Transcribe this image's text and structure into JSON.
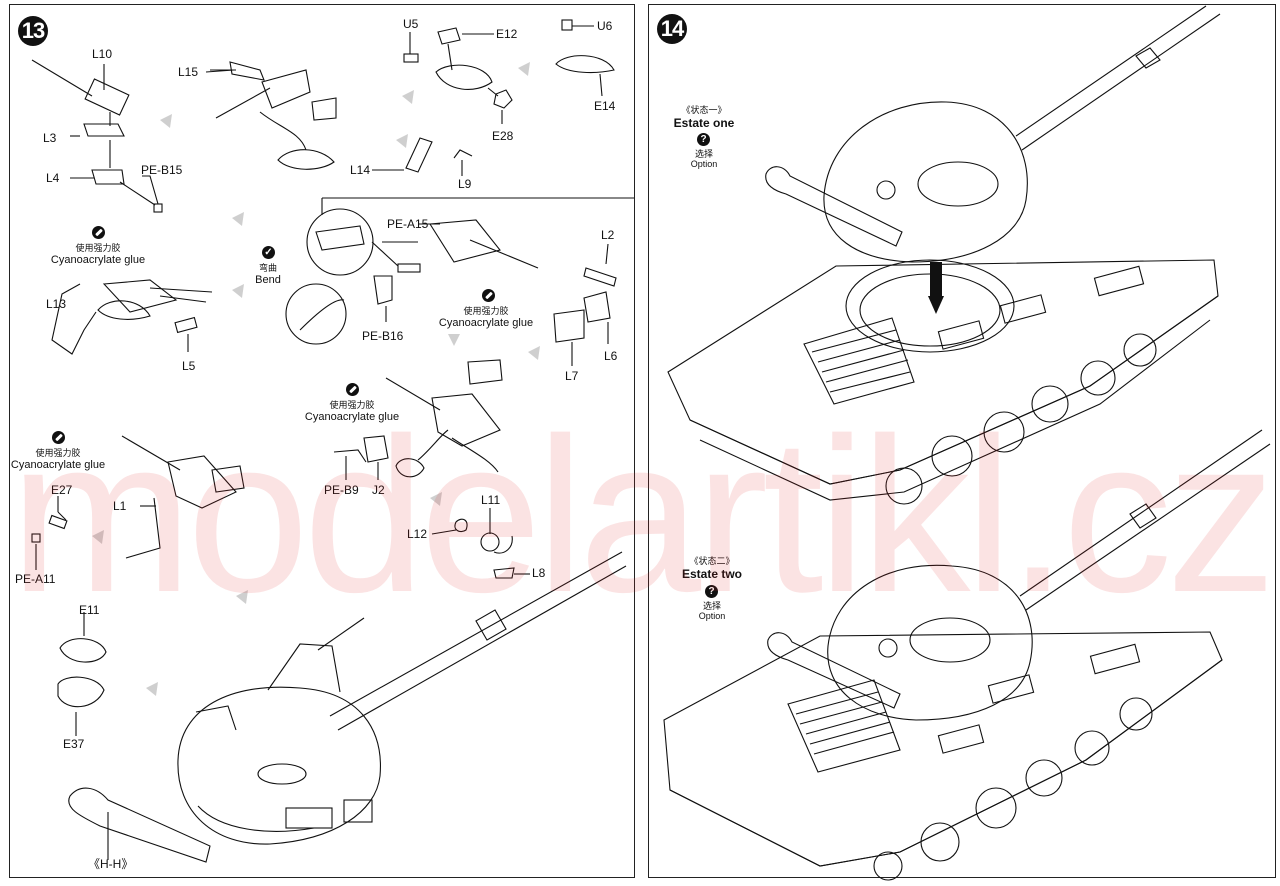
{
  "watermark": "modelartikl.cz",
  "step13": {
    "number": "13",
    "labels": {
      "L10": "L10",
      "L3": "L3",
      "L4": "L4",
      "PE_B15": "PE-B15",
      "L15": "L15",
      "U5": "U5",
      "E12": "E12",
      "E28": "E28",
      "L14": "L14",
      "L9": "L9",
      "U6": "U6",
      "E14": "E14",
      "L13": "L13",
      "L5": "L5",
      "PE_A15": "PE-A15",
      "PE_B16": "PE-B16",
      "L2": "L2",
      "L6": "L6",
      "L7": "L7",
      "PE_B9": "PE-B9",
      "J2": "J2",
      "E27": "E27",
      "L1": "L1",
      "PE_A11": "PE-A11",
      "L11": "L11",
      "L12": "L12",
      "L8": "L8",
      "E11": "E11",
      "E37": "E37",
      "HH": "《H-H》"
    },
    "glue_cn": "使用强力胶",
    "glue_en": "Cyanoacrylate glue",
    "bend_cn": "弯曲",
    "bend_en": "Bend"
  },
  "step14": {
    "number": "14",
    "estate1_cn": "《状态一》",
    "estate1_en": "Estate one",
    "estate2_cn": "《状态二》",
    "estate2_en": "Estate two",
    "option_cn": "选择",
    "option_en": "Option",
    "option_icon": "?"
  }
}
